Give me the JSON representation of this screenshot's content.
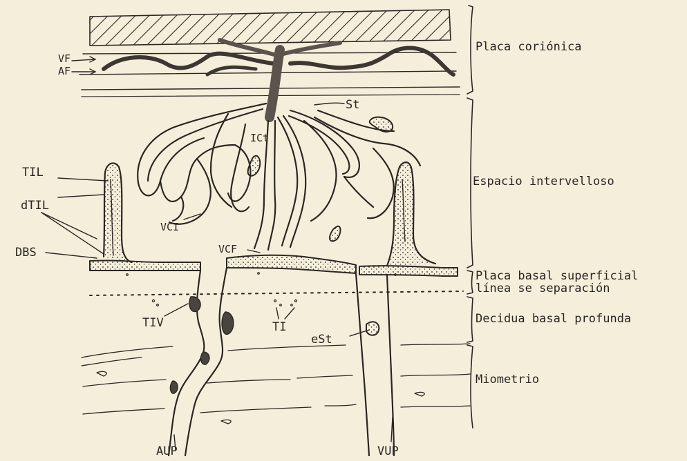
{
  "regions": {
    "chorionic_plate": "Placa coriónica",
    "intervillous_space": "Espacio intervelloso",
    "superficial_basal_plate": "Placa basal superficial",
    "separation_line": "línea se separación",
    "deep_basal_decidua": "Decidua basal profunda",
    "myometrium": "Miometrio"
  },
  "left_labels": {
    "vf": "VF",
    "af": "AF",
    "til": "TIL",
    "dtil": "dTIL",
    "dbs": "DBS"
  },
  "inner_labels": {
    "st": "St",
    "ict": "ICt",
    "vci": "VCI",
    "vcf": "VCF",
    "tiv": "TIV",
    "ti": "TI",
    "est": "eSt"
  },
  "bottom_labels": {
    "aup": "AUP",
    "vup": "VUP"
  },
  "colors": {
    "ink": "#2a2622",
    "paper": "#f4eedb"
  }
}
